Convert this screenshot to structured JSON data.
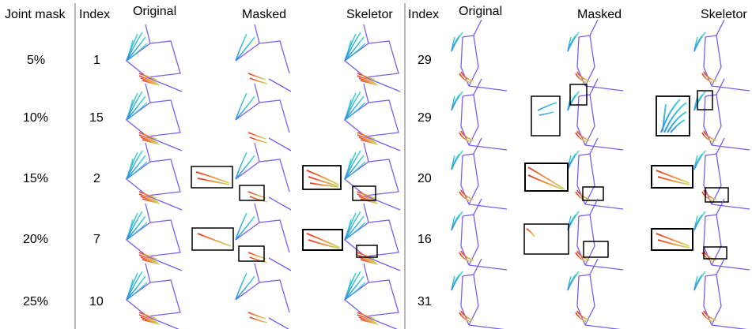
{
  "headers": {
    "joint_mask": "Joint mask",
    "index": "Index",
    "original": "Original",
    "masked": "Masked",
    "skeletor": "Skeletor"
  },
  "rows": [
    {
      "mask": "5%",
      "left_index": "1",
      "right_index": "29"
    },
    {
      "mask": "10%",
      "left_index": "15",
      "right_index": "29"
    },
    {
      "mask": "15%",
      "left_index": "2",
      "right_index": "20"
    },
    {
      "mask": "20%",
      "left_index": "7",
      "right_index": "16"
    },
    {
      "mask": "25%",
      "left_index": "10",
      "right_index": "31"
    }
  ],
  "colors": {
    "body_lines": "#7b5cf0",
    "left_hand": "#3ab0e0",
    "right_hand": "#e85030",
    "divider": "#888888",
    "box": "#000000"
  }
}
